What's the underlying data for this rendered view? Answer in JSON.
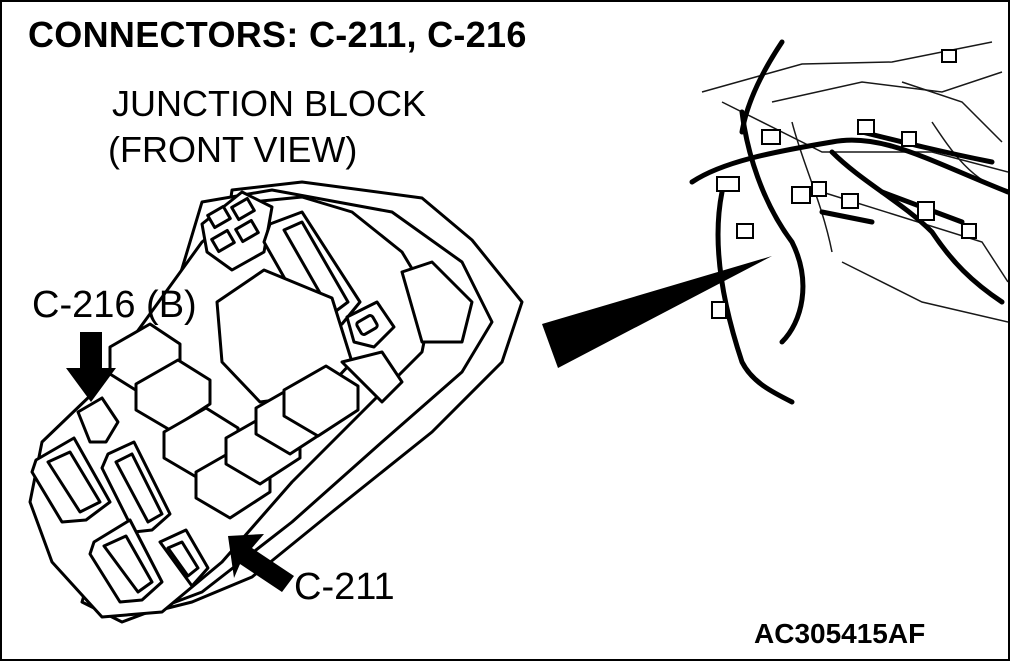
{
  "title": "CONNECTORS: C-211, C-216",
  "subtitle_line1": "JUNCTION BLOCK",
  "subtitle_line2": "(FRONT VIEW)",
  "callouts": {
    "c216": "C-216 (B)",
    "c211": "C-211"
  },
  "figure_code": "AC305415AF",
  "colors": {
    "ink": "#000000",
    "paper": "#ffffff"
  },
  "icons": [
    "arrow-down-icon",
    "arrow-up-left-icon",
    "pointer-wedge-icon"
  ]
}
